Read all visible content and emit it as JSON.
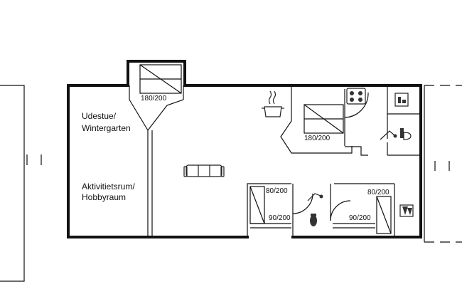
{
  "rooms": {
    "sunroom": [
      "Udestue/",
      "Wintergarten"
    ],
    "hobby": [
      "Aktivitietsrum/",
      "Hobbyraum"
    ]
  },
  "beds": {
    "top_bedroom": "180/200",
    "middle_bedroom": "180/200",
    "left_bunk_upper": "80/200",
    "left_bunk_lower": "90/200",
    "right_bunk_upper": "80/200",
    "right_bunk_lower": "90/200"
  },
  "icons": {
    "cooking_pot": "cooking-pot-icon",
    "stove": "stove-icon",
    "sofa": "sofa-icon",
    "shower": "shower-icon",
    "toilet": "toilet-icon",
    "sauna": "sauna-icon"
  }
}
